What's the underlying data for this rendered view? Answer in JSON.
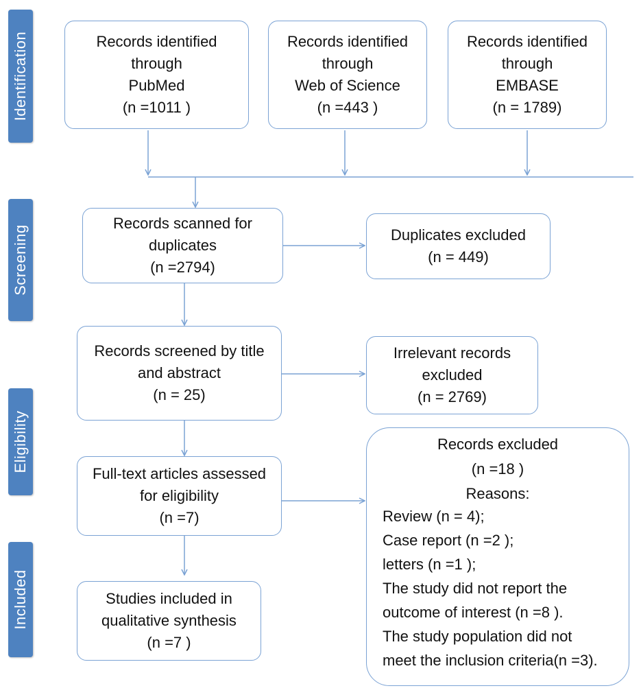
{
  "stages": {
    "identification": "Identification",
    "screening": "Screening",
    "eligibility": "Eligibility",
    "included": "Included"
  },
  "boxes": {
    "pubmed": [
      "Records identified",
      "through",
      "PubMed",
      "(n =1011 )"
    ],
    "wos": [
      "Records identified",
      "through",
      "Web of Science",
      "(n =443 )"
    ],
    "embase": [
      "Records identified",
      "through",
      "EMBASE",
      "(n = 1789)"
    ],
    "scanned": [
      "Records scanned for",
      "duplicates",
      "(n =2794)"
    ],
    "duplicates": [
      "Duplicates excluded",
      "(n = 449)"
    ],
    "screened": [
      "Records screened by title",
      "and abstract",
      "(n = 25)"
    ],
    "irrelevant": [
      "Irrelevant records",
      "excluded",
      "(n = 2769)"
    ],
    "fulltext": [
      "Full-text articles assessed",
      "for eligibility",
      "(n =7)"
    ],
    "included": [
      "Studies included in",
      "qualitative synthesis",
      "(n =7 )"
    ]
  },
  "excluded": {
    "title": "Records excluded",
    "count": "(n =18 )",
    "reasons_label": "Reasons:",
    "reasons": [
      "Review (n = 4);",
      "Case report (n =2 );",
      "letters (n =1 );",
      "The study did not report the",
      "outcome of interest (n =8 ).",
      "The study population did not",
      "meet the inclusion criteria(n =3)."
    ]
  },
  "colors": {
    "stage_tab": "#4e82c0",
    "box_border": "#7aa2d4",
    "arrow": "#7aa2d4"
  }
}
